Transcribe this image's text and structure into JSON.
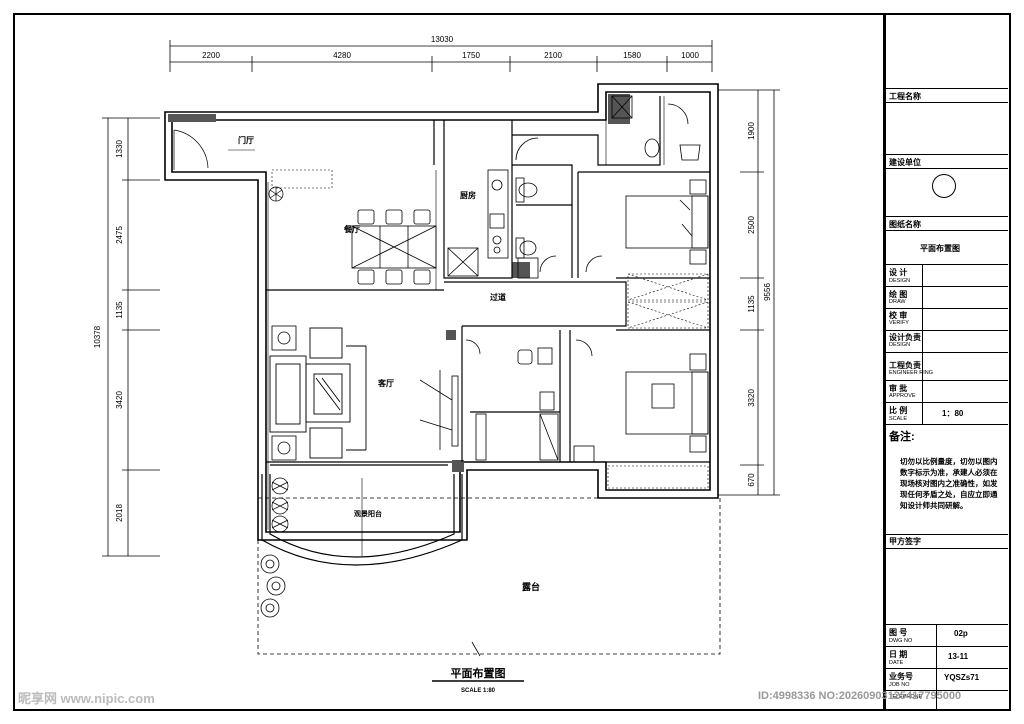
{
  "dims_top": [
    "2200",
    "4280",
    "1750",
    "2100",
    "1580",
    "1000"
  ],
  "dims_top_total": "13030",
  "dims_left": [
    "1330",
    "2475",
    "1135",
    "3420",
    "2018"
  ],
  "dims_left_total": "10378",
  "dims_right": [
    "1900",
    "2500",
    "1135",
    "3320",
    "670"
  ],
  "dims_right_total": "9556",
  "rooms": {
    "foyer": "门厅",
    "dining": "餐厅",
    "kitchen": "厨房",
    "corridor": "过道",
    "living": "客厅",
    "balcony": "观景阳台",
    "terrace": "露台"
  },
  "drawing_title": "平面布置图",
  "drawing_scale": "SCALE 1:80",
  "title_block": {
    "project_name_label": "工程名称",
    "client_label": "建设单位",
    "drawing_name_label": "图纸名称",
    "drawing_name": "平面布置图",
    "design": "设 计",
    "design_en": "DESIGN",
    "draw": "绘 图",
    "draw_en": "DRAW",
    "verify": "校 审",
    "verify_en": "VERIFY",
    "design_lead": "设计负责",
    "design_lead_en": "DESIGN",
    "engineer": "工程负责",
    "engineer_en": "ENGINEER RING",
    "approve": "审 批",
    "approve_en": "APPROVE",
    "scale_label": "比 例",
    "scale_en": "SCALE",
    "scale_value": "1：80",
    "remarks_label": "备注:",
    "remarks_text": "切勿以比例量度，切勿以图内数字标示为准，承建人必须在现场核对图内之准确性，如发现任何矛盾之处，自应立即通知设计师共同研解。",
    "party_a": "甲方签字",
    "dwg_no_label": "图 号",
    "dwg_no_en": "DWG NO",
    "dwg_no": "02p",
    "date_label": "日 期",
    "date_en": "DATE",
    "date": "13-11",
    "job_no_label": "业务号",
    "job_no_en": "JOB NO",
    "job_no": "YQSZs71",
    "telephone_en": "TELEPHONE"
  },
  "watermark_left": "昵享网 www.nipic.com",
  "watermark_right": "ID:4998336 NO:20260903125417795000"
}
